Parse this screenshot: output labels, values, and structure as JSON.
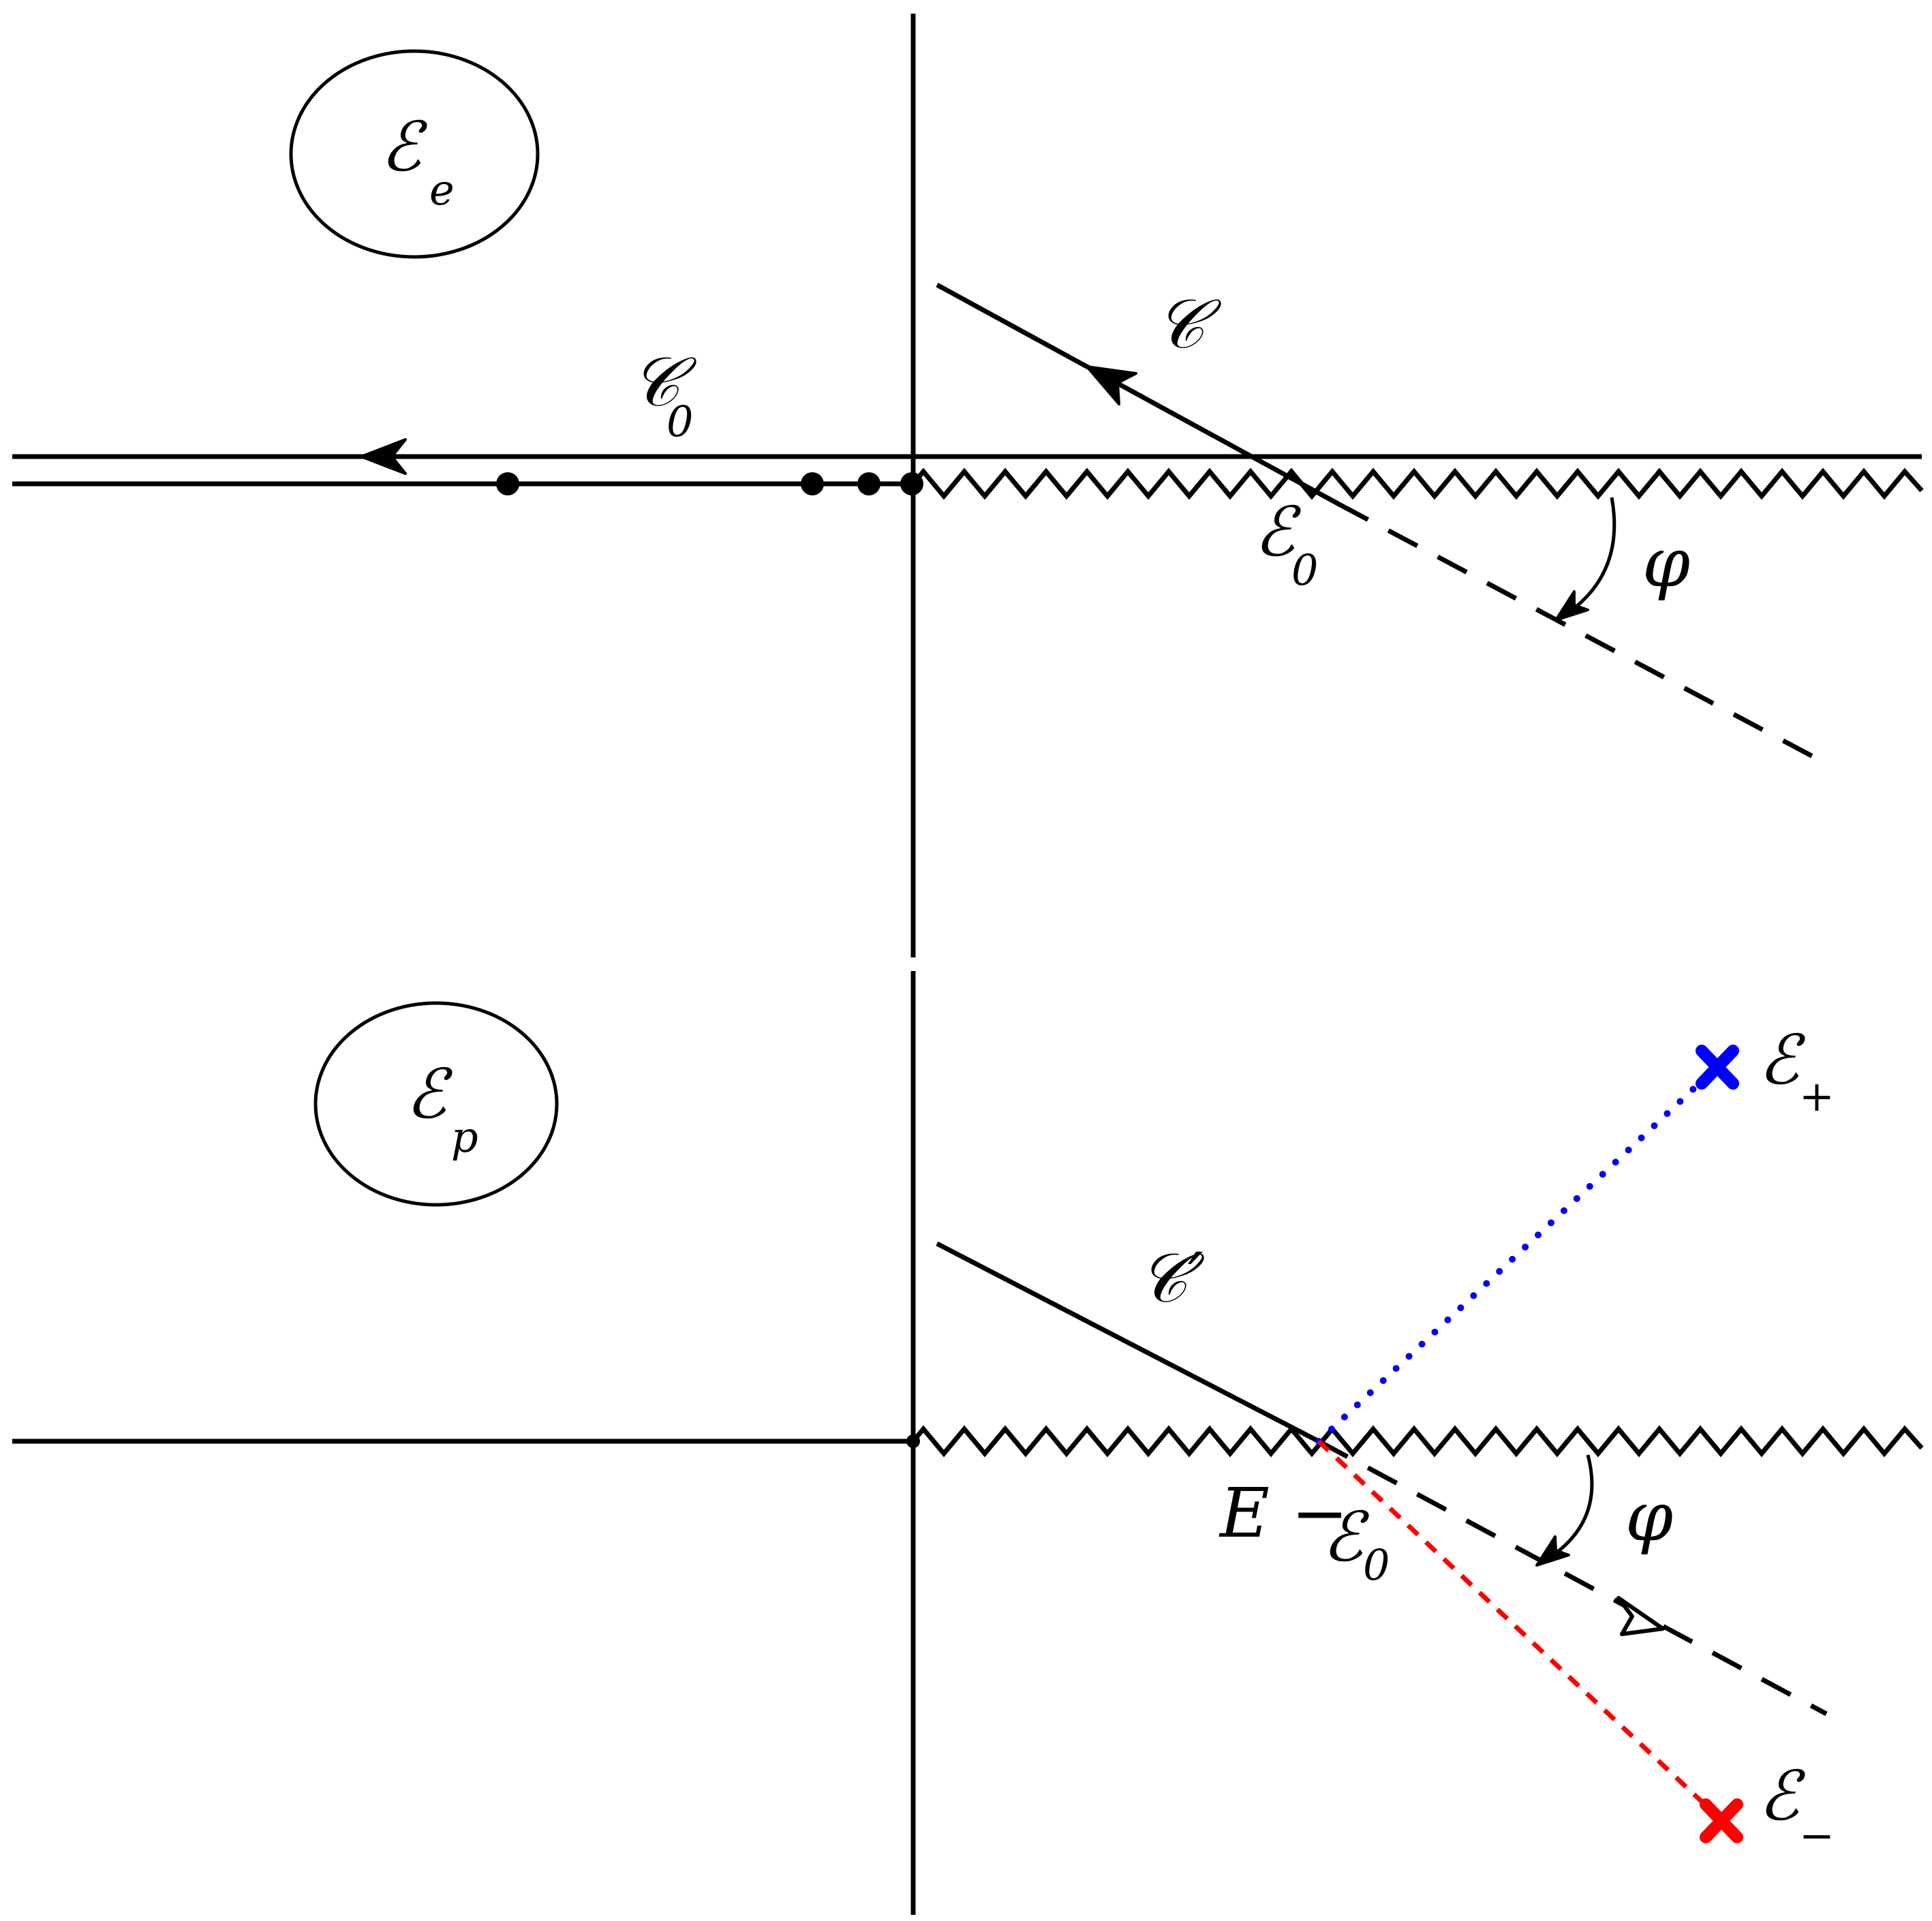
{
  "top_panel": {
    "region_label": {
      "main": "ℰ",
      "sub": "e"
    },
    "contour_c": {
      "main": "𝒞"
    },
    "contour_c0": {
      "main": "𝒞",
      "sub": "0"
    },
    "branch_point": {
      "main": "ℰ",
      "sub": "0"
    },
    "angle": {
      "main": "φ"
    }
  },
  "bottom_panel": {
    "region_label": {
      "main": "ℰ",
      "sub": "p"
    },
    "contour_c_prime": {
      "main": "𝒞′"
    },
    "branch_point": {
      "prefix": "E − ",
      "main": "ℰ",
      "sub": "0"
    },
    "angle": {
      "main": "φ"
    },
    "pole_plus": {
      "main": "ℰ",
      "sub": "+",
      "color": "#0000ff"
    },
    "pole_minus": {
      "main": "ℰ",
      "sub": "−",
      "color": "#ff0000"
    }
  },
  "colors": {
    "line": "#000000",
    "pole_plus": "#0000ff",
    "pole_minus": "#ff0000"
  }
}
